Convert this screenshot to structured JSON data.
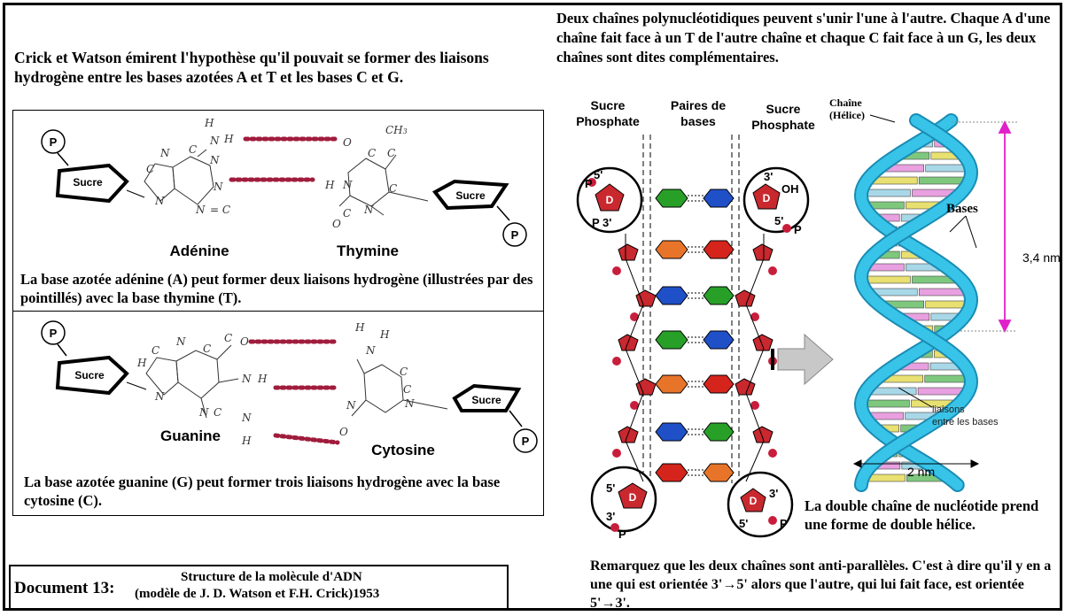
{
  "intro": "Crick et Watson émirent l'hypothèse qu'il pouvait se former des liaisons hydrogène entre les bases azotées A et T et les bases C et G.",
  "panel_ta": {
    "adenine_label": "Adénine",
    "thymine_label": "Thymine",
    "caption": "La base azotée adénine (A) peut former deux liaisons hydrogène (illustrées par des pointillés) avec la base thymine (T).",
    "phosphate": "P",
    "sugar": "Sucre"
  },
  "panel_gc": {
    "guanine_label": "Guanine",
    "cytosine_label": "Cytosine",
    "caption": "La base azotée guanine (G) peut former trois liaisons hydrogène avec la base cytosine (C).",
    "phosphate": "P",
    "sugar": "Sucre"
  },
  "title_box": {
    "doc_number": "Document 13:",
    "line1": "Structure de la molècule d'ADN",
    "line2": "(modèle de J. D. Watson et F.H. Crick)1953"
  },
  "right_top": "Deux chaînes polynucléotidiques peuvent s'unir l'une à l'autre. Chaque A d'une chaîne fait face à un T de l'autre chaîne et chaque C fait face à un G, les deux chaînes sont dites complémentaires.",
  "ladder": {
    "col1": [
      "Sucre",
      "Phosphate"
    ],
    "col2": [
      "Paires de",
      "bases"
    ],
    "col3": [
      "Sucre",
      "Phosphate"
    ],
    "phosphate": "P",
    "deoxyribose": "D",
    "end_5": "5'",
    "end_3": "3'",
    "end_oh": "OH"
  },
  "helix": {
    "chain_label": [
      "Chaîne",
      "(Hélice)"
    ],
    "bases_label": "Bases",
    "pitch": "3,4 nm",
    "width": "2 nm",
    "bonds_label": [
      "liaisons",
      "entre les bases"
    ],
    "caption": "La double chaîne de nucléotide prend une forme de double hélice."
  },
  "antiparallel": "Remarquez que les deux chaînes sont anti-parallèles. C'est à dire qu'il y en a une qui est orientée 3'→5' alors que l'autre, qui lui fait face, est orientée 5'→3'.",
  "colors": {
    "adenine": "#d4241c",
    "thymine": "#e8742a",
    "guanine": "#28a028",
    "cytosine": "#2050c8",
    "helix": "#38c4e8",
    "bond": "#a01c3c"
  }
}
